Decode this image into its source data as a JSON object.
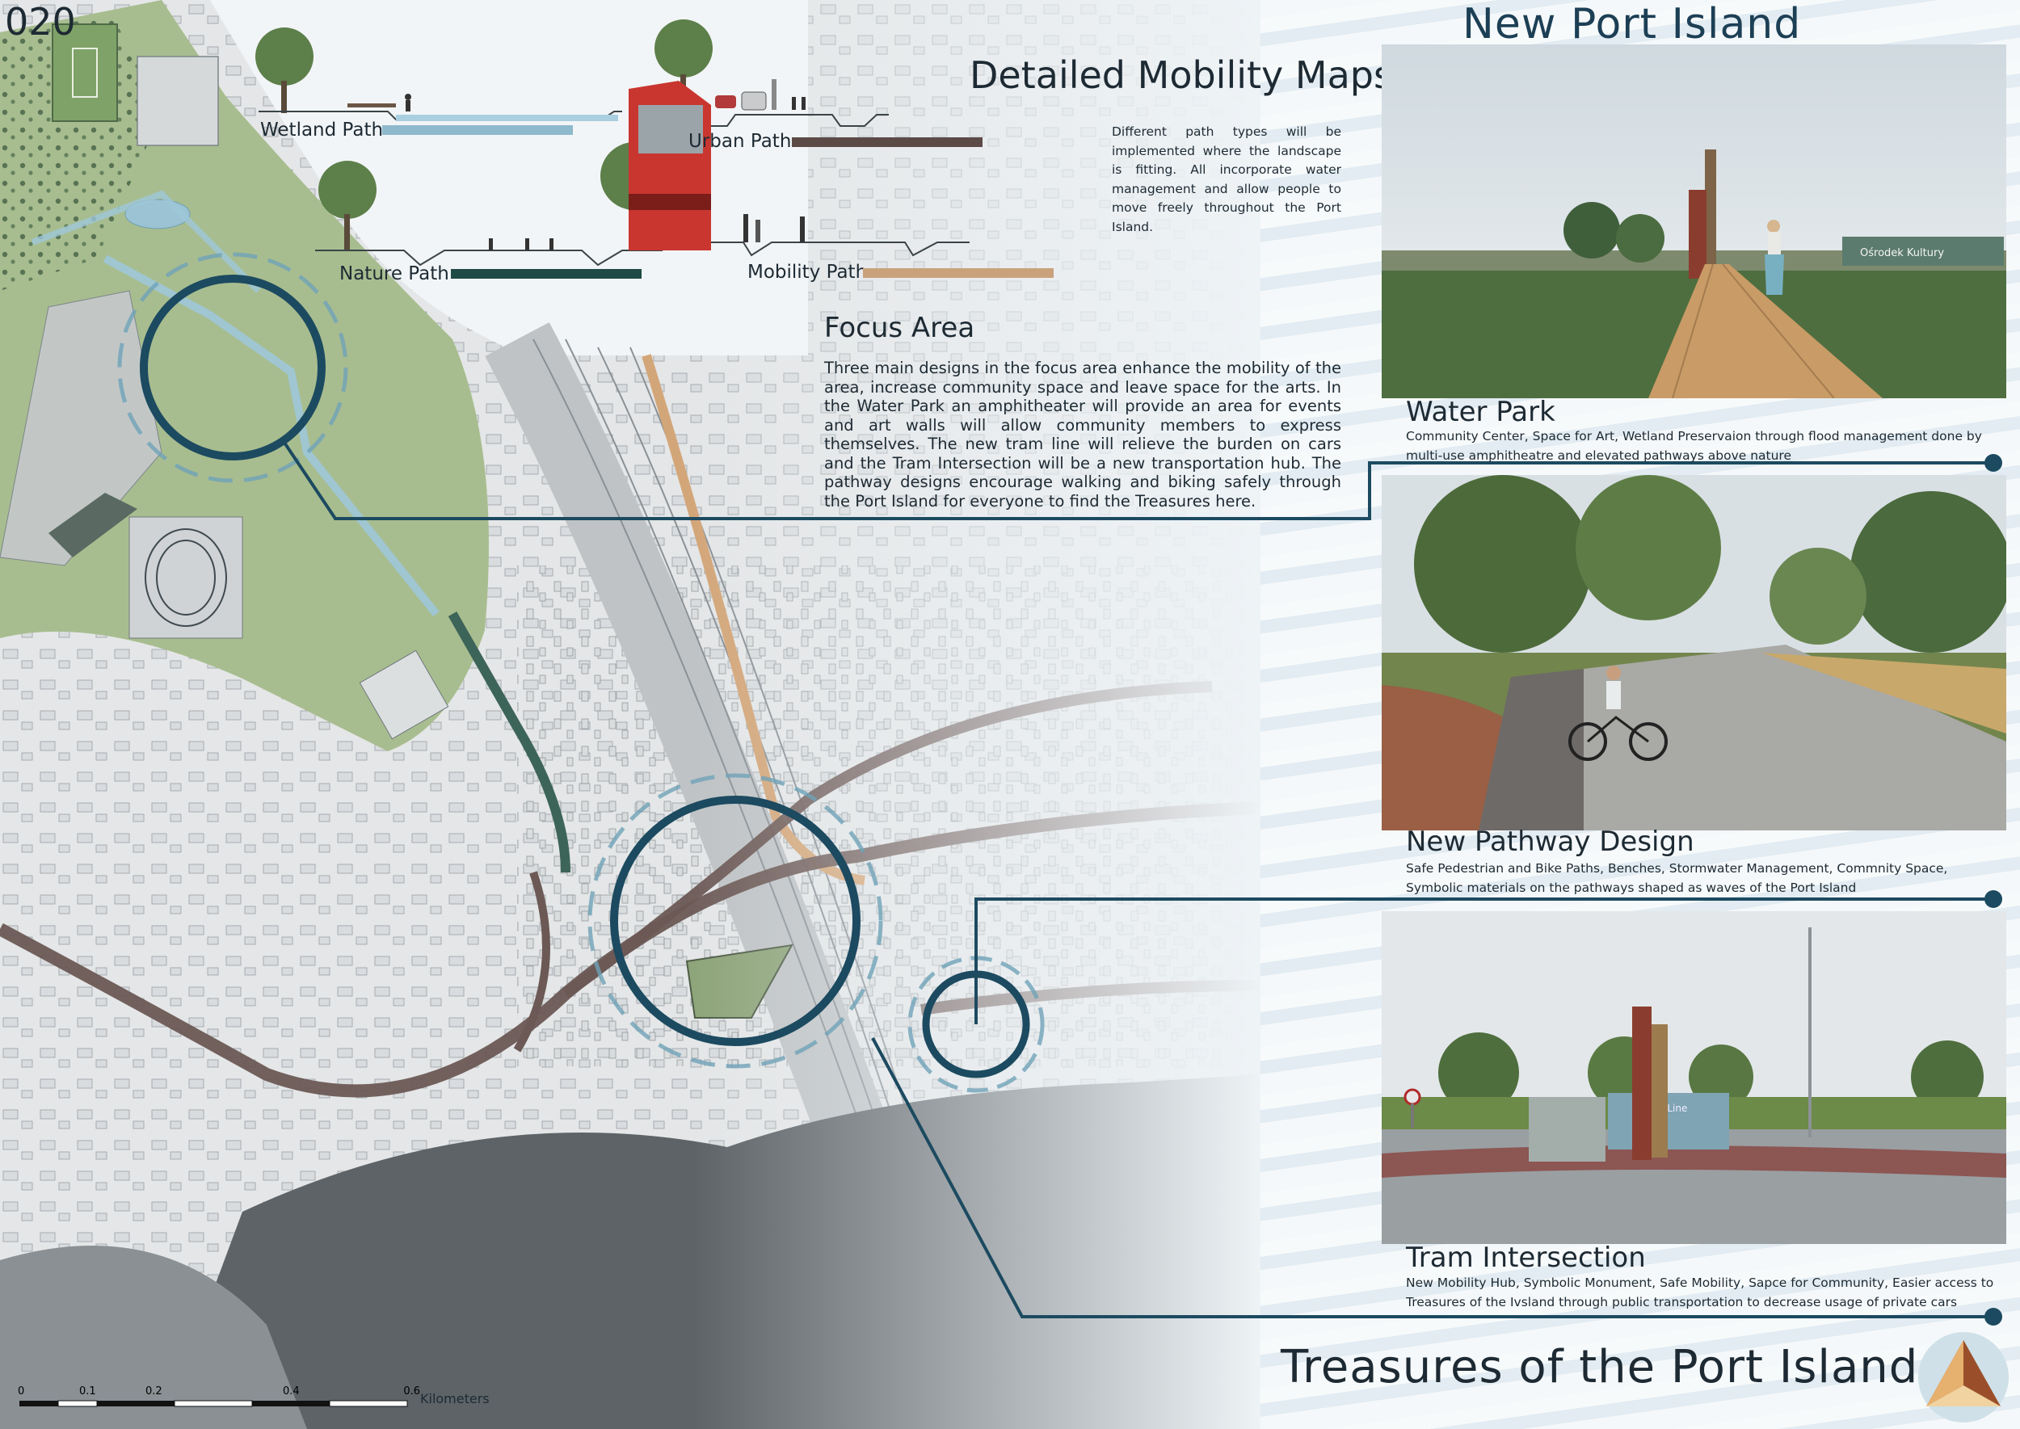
{
  "board": {
    "number": "020",
    "title": "New Port Island Treasures",
    "bottom_title": "Treasures of the Port Island"
  },
  "mobility": {
    "heading": "Detailed Mobility Maps",
    "intro": "Different path types will be implemented where the landscape is fitting. All incorporate water management and allow people to move freely throughout the Port Island.",
    "paths": [
      {
        "label": "Wetland Path",
        "color": "#8fb9cc"
      },
      {
        "label": "Nature Path",
        "color": "#1f4a45"
      },
      {
        "label": "Urban Path",
        "color": "#5b4a46"
      },
      {
        "label": "Mobility Path",
        "color": "#c9a27c"
      }
    ]
  },
  "focus": {
    "heading": "Focus Area",
    "text": "Three main designs in the focus area enhance the mobility of the area, increase community space and leave space for the arts. In the Water Park an amphitheater will provide an area for events and art walls will allow community members to express themselves. The new tram line will relieve the burden on cars and the Tram Intersection will be a new transportation hub. The pathway designs encourage walking and biking safely through the Port Island for everyone to find the Treasures here."
  },
  "designs": [
    {
      "title": "Water Park",
      "desc": "Community Center, Space for Art, Wetland Preservaion through flood management done by multi-use amphitheatre and elevated pathways above nature",
      "sign": "Ośrodek Kultury"
    },
    {
      "title": "New Pathway Design",
      "desc": "Safe Pedestrian and Bike Paths, Benches, Stormwater Management, Commnity Space, Symbolic materials on the pathways shaped as waves of the Port Island"
    },
    {
      "title": "Tram Intersection",
      "desc": "New Mobility Hub, Symbolic Monument, Safe Mobility, Sapce for Community, Easier access to Treasures of the Ivsland through public transportation to decrease usage of private cars",
      "sign": "Tram Line"
    }
  ],
  "scale": {
    "ticks": [
      "0",
      "0.1",
      "0.2",
      "0.4",
      "0.6"
    ],
    "unit": "Kilometers"
  },
  "colors": {
    "accent": "#1c4a60",
    "leader": "#1c4a60",
    "water": "#6e7478",
    "green": "#9fb68a"
  }
}
